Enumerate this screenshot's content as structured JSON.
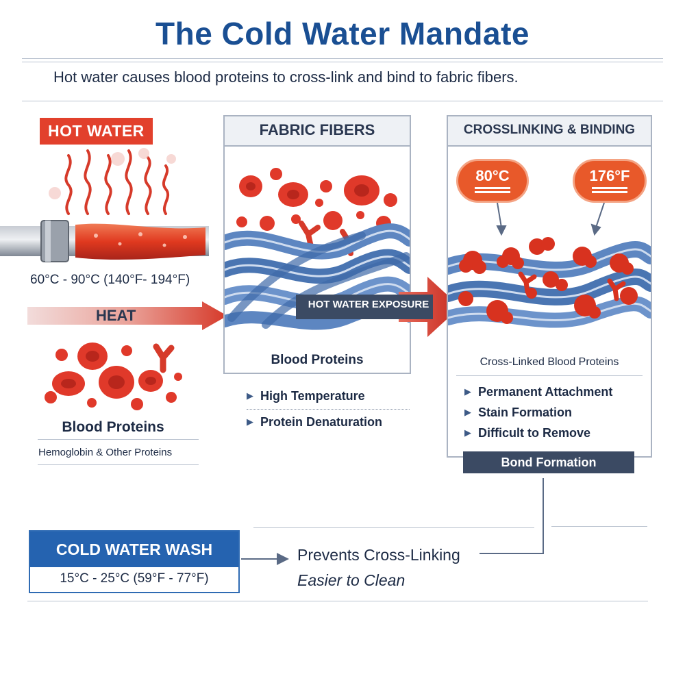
{
  "title": "The Cold Water Mandate",
  "subtitle": "Hot water causes blood proteins to cross-link and bind to fabric fibers.",
  "hot_water": {
    "tag": "HOT WATER",
    "temperature": "60°C - 90°C (140°F- 194°F)",
    "heat_label": "HEAT",
    "proteins_label": "Blood Proteins",
    "proteins_sub": "Hemoglobin & Other Proteins"
  },
  "fabric": {
    "header": "FABRIC FIBERS",
    "caption": "Blood Proteins",
    "bullets": [
      "High Temperature",
      "Protein Denaturation"
    ]
  },
  "exposure_label": "HOT WATER EXPOSURE",
  "crosslinking": {
    "header": "CROSSLINKING & BINDING",
    "temp_c": "80°C",
    "temp_f": "176°F",
    "caption": "Cross-Linked Blood Proteins",
    "bullets": [
      "Permanent Attachment",
      "Stain Formation",
      "Difficult to Remove"
    ],
    "bond_label": "Bond Formation"
  },
  "cold_water": {
    "header": "COLD WATER WASH",
    "temperature": "15°C - 25°C (59°F - 77°F)",
    "result_1": "Prevents Cross-Linking",
    "result_2": "Easier to Clean"
  },
  "colors": {
    "brand_blue": "#1a4f93",
    "hot_red": "#e2402c",
    "dark_navy": "#3b4a63",
    "fiber_blue": "#5d86c1",
    "temp_orange": "#e8592a"
  },
  "icons": [
    "heat-waves-icon",
    "hot-pipe-icon",
    "blood-cell-icon",
    "antibody-icon",
    "fabric-fiber-icon",
    "arrow-right-icon",
    "bullet-triangle-icon"
  ]
}
